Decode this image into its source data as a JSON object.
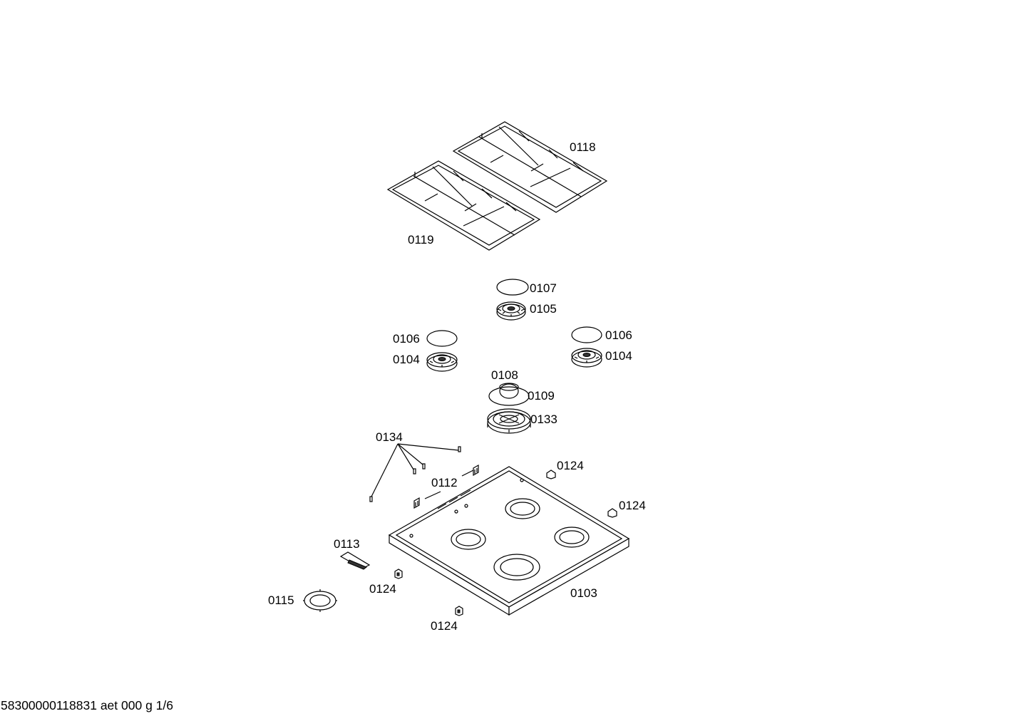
{
  "diagram": {
    "labels": {
      "p0118": "0118",
      "p0119": "0119",
      "p0107": "0107",
      "p0105": "0105",
      "p0106_left": "0106",
      "p0104_left": "0104",
      "p0106_right": "0106",
      "p0104_right": "0104",
      "p0108": "0108",
      "p0109": "0109",
      "p0133": "0133",
      "p0134": "0134",
      "p0112": "0112",
      "p0124_top": "0124",
      "p0124_right": "0124",
      "p0113": "0113",
      "p0124_left": "0124",
      "p0103": "0103",
      "p0115": "0115",
      "p0124_bottom": "0124"
    }
  },
  "footer": {
    "doc_id": "58300000118831 aet 000 g 1/6"
  }
}
